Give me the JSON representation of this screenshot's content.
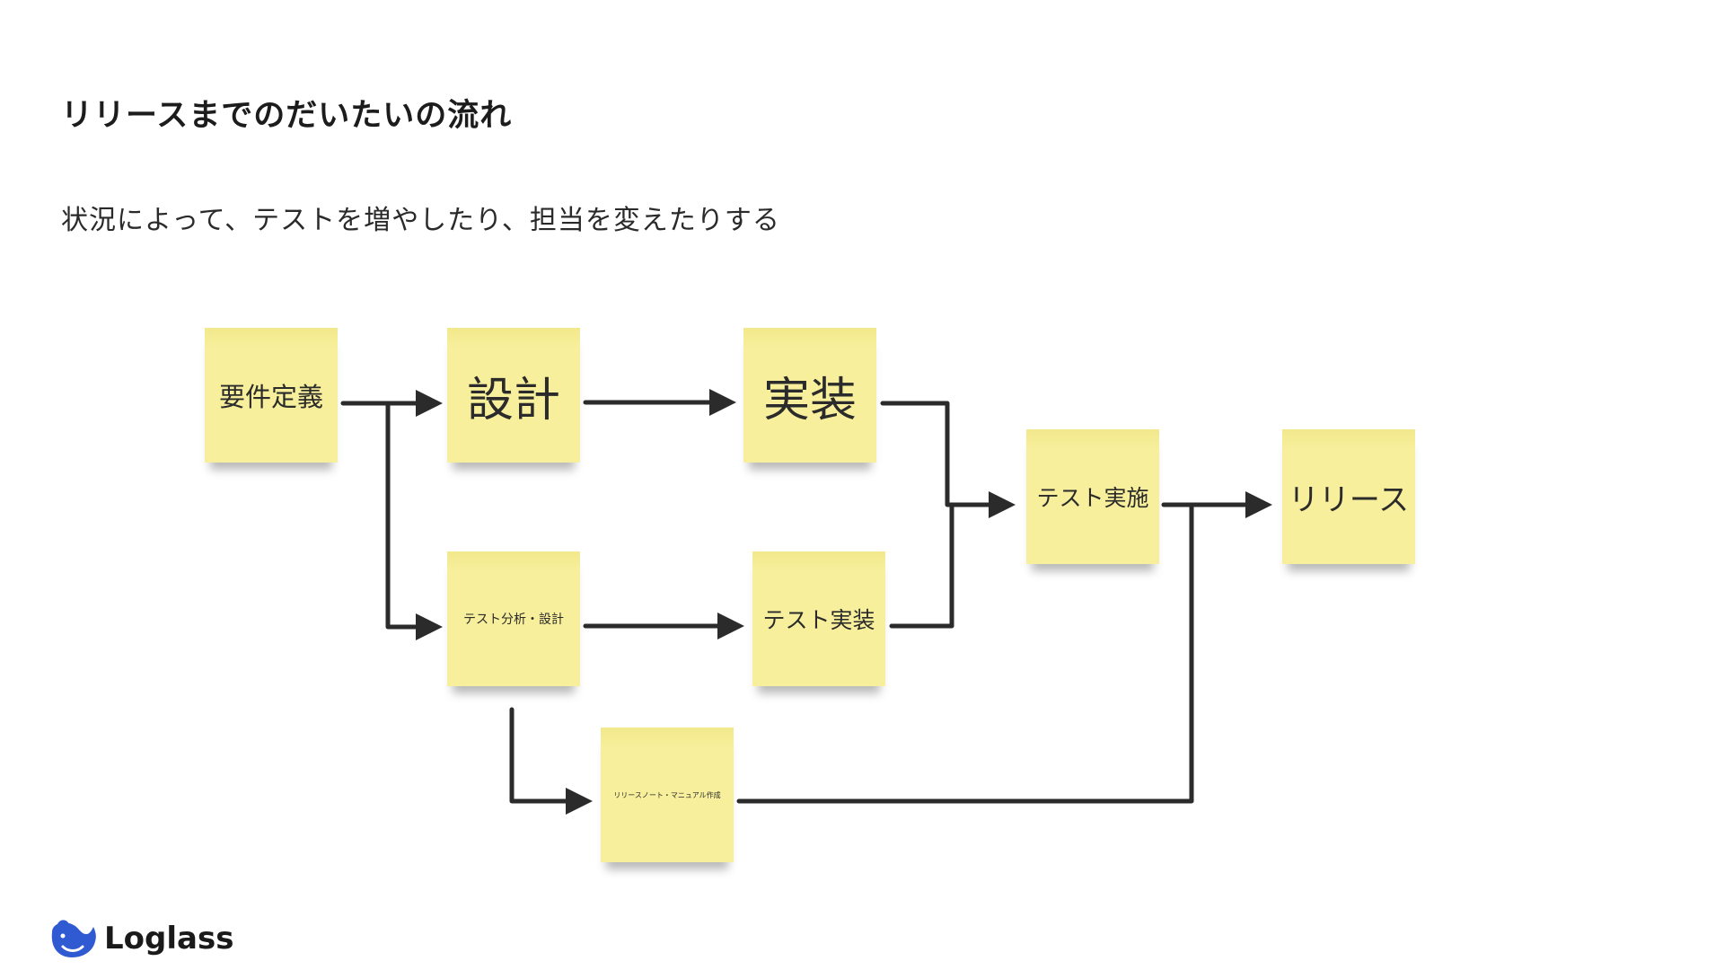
{
  "slide": {
    "title": "リリースまでのだいたいの流れ",
    "subtitle": "状況によって、テストを増やしたり、担当を変えたりする"
  },
  "flow": {
    "nodes": [
      {
        "id": "requirements",
        "label": "要件定義"
      },
      {
        "id": "design",
        "label": "設計"
      },
      {
        "id": "implementation",
        "label": "実装"
      },
      {
        "id": "test-analysis",
        "label": "テスト分析・設計"
      },
      {
        "id": "test-implementation",
        "label": "テスト実装"
      },
      {
        "id": "release-notes",
        "label": "リリースノート・マニュアル作成"
      },
      {
        "id": "test-execution",
        "label": "テスト実施"
      },
      {
        "id": "release",
        "label": "リリース"
      }
    ],
    "edges": [
      [
        "requirements",
        "design"
      ],
      [
        "requirements",
        "test-analysis"
      ],
      [
        "design",
        "implementation"
      ],
      [
        "test-analysis",
        "test-implementation"
      ],
      [
        "test-analysis",
        "release-notes"
      ],
      [
        "implementation",
        "test-execution"
      ],
      [
        "test-implementation",
        "test-execution"
      ],
      [
        "test-execution",
        "release"
      ],
      [
        "release-notes",
        "release"
      ]
    ],
    "note_color": "#f7ef9b",
    "arrow_color": "#2b2b2b"
  },
  "brand": {
    "logo_icon": "whale-logo-icon",
    "name": "Loglass",
    "color": "#2f5ad1"
  }
}
